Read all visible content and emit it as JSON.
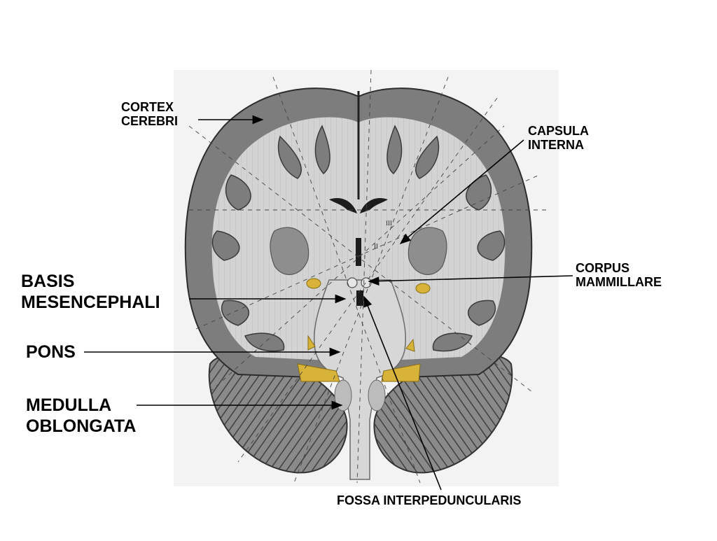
{
  "labels": {
    "cortex_cerebri": "CORTEX\nCEREBRI",
    "capsula_interna": "CAPSULA\nINTERNA",
    "corpus_mammillare": "CORPUS\nMAMMILLARE",
    "basis_mesencephali": "BASIS\nMESENCEPHALI",
    "pons": "PONS",
    "medulla_oblongata": "MEDULLA\nOBLONGATA",
    "fossa_interpeduncularis": "FOSSA INTERPEDUNCULARIS"
  },
  "markings": {
    "roman_2": "II",
    "roman_3": "III"
  },
  "colors": {
    "cortex_gray": "#7c7c7c",
    "white_matter": "#cfcfcf",
    "nerve_yellow": "#d8b33a",
    "cerebellum": "#8e8e8e",
    "ink": "#000000"
  }
}
